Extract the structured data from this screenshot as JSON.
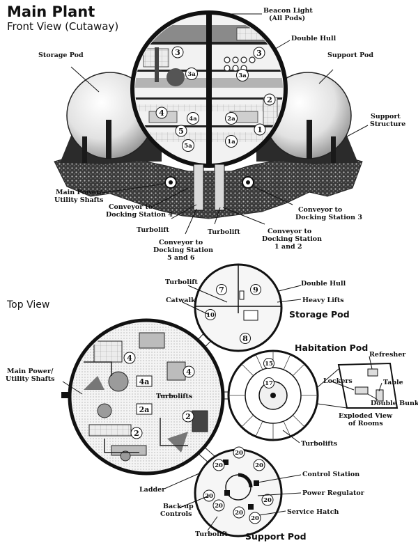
{
  "header": {
    "title": "Main Plant",
    "subtitle": "Front View (Cutaway)"
  },
  "top_view": {
    "title": "Top View"
  },
  "front_labels": {
    "beacon_light": [
      "Beacon Light",
      "(All Pods)"
    ],
    "storage_pod": "Storage Pod",
    "double_hull": "Double Hull",
    "support_pod": "Support Pod",
    "support_structure": [
      "Support",
      "Structure"
    ],
    "main_power": [
      "Main Power/",
      "Utility Shafts"
    ],
    "conveyor_4": [
      "Conveyor to",
      "Docking Station 4"
    ],
    "conveyor_3": [
      "Conveyor to",
      "Docking Station 3"
    ],
    "turbolift_left": "Turbolift",
    "turbolift_right": "Turbolift",
    "conveyor_12": [
      "Conveyor to",
      "Docking Station",
      "1 and 2"
    ],
    "conveyor_56": [
      "Conveyor to",
      "Docking Station",
      "5 and 6"
    ]
  },
  "front_rooms": {
    "r3_left": "3",
    "r3a_left": "3a",
    "r4": "4",
    "r4a": "4a",
    "r5": "5",
    "r5a": "5a",
    "r3_right": "3",
    "r3a_right": "3a",
    "r2": "2",
    "r2a": "2a",
    "r1": "1",
    "r1a": "1a"
  },
  "top_labels": {
    "turbolift_storage": "Turbolift",
    "double_hull": "Double Hull",
    "heavy_lifts": "Heavy Lifts",
    "catwalk": "Catwalk",
    "storage_pod": "Storage Pod",
    "habitation_pod": "Habitation Pod",
    "refresher": "Refresher",
    "lockers": "Lockers",
    "table": "Table",
    "double_bunks": "Double Bunks",
    "exploded_view": [
      "Exploded View",
      "of Rooms"
    ],
    "main_power": [
      "Main Power/",
      "Utility Shafts"
    ],
    "turbolifts_center": "Turbolifts",
    "turbolifts_hab": "Turbolifts",
    "ladder": "Ladder",
    "control_station": "Control Station",
    "power_regulator": "Power Regulator",
    "backup_controls": [
      "Back-up",
      "Controls"
    ],
    "service_hatch": "Service Hatch",
    "turbolift_support": "Turbolift",
    "support_pod": "Support Pod"
  },
  "top_rooms": {
    "r7": "7",
    "r9": "9",
    "r10": "10",
    "r8": "8",
    "r4_a": "4",
    "r4_b": "4",
    "r4a": "4a",
    "r2a": "2a",
    "r2_a": "2",
    "r2_b": "2",
    "r15": "15",
    "r17": "17",
    "r20": [
      "20",
      "20",
      "20",
      "20",
      "20",
      "20",
      "20",
      "20"
    ]
  }
}
